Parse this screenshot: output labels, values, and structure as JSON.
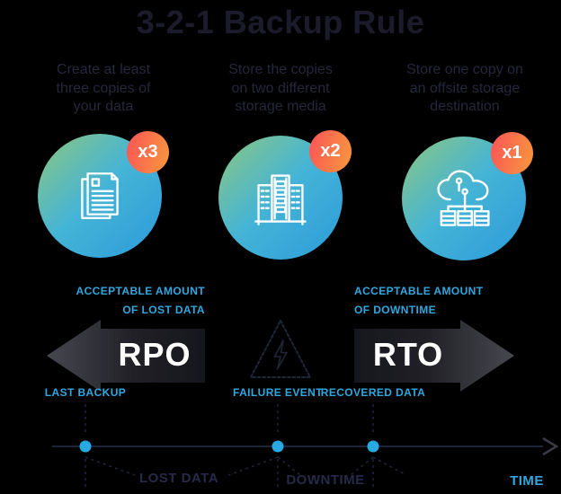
{
  "title": "3-2-1 Backup Rule",
  "steps": [
    {
      "badge": "x3",
      "icon": "documents-icon",
      "lines": [
        "Create at least",
        "three copies of",
        "your data"
      ]
    },
    {
      "badge": "x2",
      "icon": "servers-icon",
      "lines": [
        "Store the copies",
        "on two different",
        "storage media"
      ]
    },
    {
      "badge": "x1",
      "icon": "cloud-storage-icon",
      "lines": [
        "Store one copy on",
        "an offsite storage",
        "destination"
      ]
    }
  ],
  "rpo": {
    "label": "RPO",
    "caption_line1": "ACCEPTABLE AMOUNT",
    "caption_line2": "OF LOST DATA"
  },
  "rto": {
    "label": "RTO",
    "caption_line1": "ACCEPTABLE AMOUNT",
    "caption_line2": "OF DOWNTIME"
  },
  "failure_icon": "warning-lightning-icon",
  "timeline": {
    "markers": [
      {
        "label": "LAST BACKUP"
      },
      {
        "label": "FAILURE EVENT"
      },
      {
        "label": "RECOVERED DATA"
      }
    ],
    "spans": [
      {
        "label": "LOST DATA"
      },
      {
        "label": "DOWNTIME"
      }
    ],
    "axis_label": "TIME"
  },
  "colors": {
    "accent_blue": "#2FA7DF",
    "navy_text": "#26263C",
    "title_navy": "#1B1B2C",
    "circle_gradient_start": "#8CC77F",
    "circle_gradient_end": "#2B9BDA",
    "badge_gradient_start": "#FB5A55",
    "badge_gradient_end": "#F8923F",
    "arrow_dark": "#18181F",
    "arrow_light": "#45454C",
    "dot_blue": "#29A9E1"
  }
}
